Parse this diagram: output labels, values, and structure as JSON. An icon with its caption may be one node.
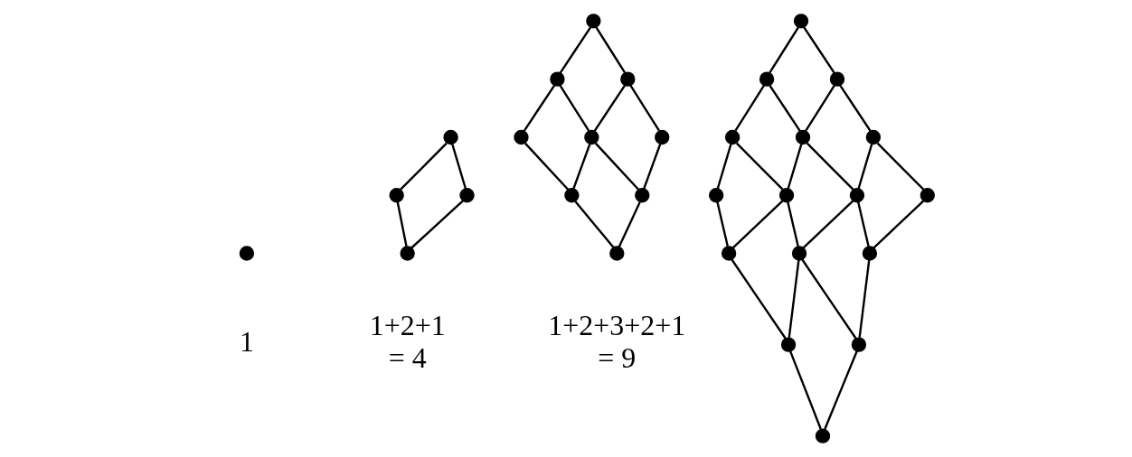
{
  "diagram": {
    "nodes": [
      {
        "text": [],
        "shape": "circle"
      },
      {
        "text": [],
        "shape": "circle"
      },
      {
        "text": [],
        "shape": "circle"
      },
      {
        "text": [],
        "shape": "circle"
      },
      {
        "text": [],
        "shape": "circle"
      },
      {
        "text": [],
        "shape": "circle"
      },
      {
        "text": [],
        "shape": "circle"
      },
      {
        "text": [],
        "shape": "circle"
      },
      {
        "text": [],
        "shape": "circle"
      },
      {
        "text": [],
        "shape": "circle"
      },
      {
        "text": [],
        "shape": "circle"
      },
      {
        "text": [],
        "shape": "circle"
      },
      {
        "text": [],
        "shape": "circle"
      },
      {
        "text": [],
        "shape": "circle"
      },
      {
        "text": [],
        "shape": "circle"
      },
      {
        "text": [],
        "shape": "circle"
      },
      {
        "text": [],
        "shape": "circle"
      },
      {
        "text": [],
        "shape": "circle"
      },
      {
        "text": [],
        "shape": "circle"
      },
      {
        "text": [],
        "shape": "circle"
      },
      {
        "text": [],
        "shape": "circle"
      },
      {
        "text": [],
        "shape": "circle"
      },
      {
        "text": [],
        "shape": "circle"
      },
      {
        "text": [],
        "shape": "circle"
      },
      {
        "text": [],
        "shape": "circle"
      },
      {
        "text": [],
        "shape": "circle"
      },
      {
        "text": [],
        "shape": "circle"
      },
      {
        "text": [],
        "shape": "circle"
      },
      {
        "text": [],
        "shape": "circle"
      },
      {
        "text": [],
        "shape": "circle"
      }
    ],
    "edges": [
      {
        "from": 1,
        "to": 2,
        "arrow": "none"
      },
      {
        "from": 1,
        "to": 3,
        "arrow": "none"
      },
      {
        "from": 2,
        "to": 4,
        "arrow": "none"
      },
      {
        "from": 3,
        "to": 4,
        "arrow": "none"
      },
      {
        "from": 5,
        "to": 6,
        "arrow": "none"
      },
      {
        "from": 5,
        "to": 7,
        "arrow": "none"
      },
      {
        "from": 6,
        "to": 8,
        "arrow": "none"
      },
      {
        "from": 6,
        "to": 9,
        "arrow": "none"
      },
      {
        "from": 7,
        "to": 9,
        "arrow": "none"
      },
      {
        "from": 7,
        "to": 10,
        "arrow": "none"
      },
      {
        "from": 8,
        "to": 11,
        "arrow": "none"
      },
      {
        "from": 9,
        "to": 11,
        "arrow": "none"
      },
      {
        "from": 9,
        "to": 12,
        "arrow": "none"
      },
      {
        "from": 10,
        "to": 12,
        "arrow": "none"
      },
      {
        "from": 11,
        "to": 13,
        "arrow": "none"
      },
      {
        "from": 12,
        "to": 13,
        "arrow": "none"
      },
      {
        "from": 14,
        "to": 15,
        "arrow": "none"
      },
      {
        "from": 14,
        "to": 16,
        "arrow": "none"
      },
      {
        "from": 15,
        "to": 17,
        "arrow": "none"
      },
      {
        "from": 15,
        "to": 18,
        "arrow": "none"
      },
      {
        "from": 16,
        "to": 18,
        "arrow": "none"
      },
      {
        "from": 16,
        "to": 19,
        "arrow": "none"
      },
      {
        "from": 17,
        "to": 20,
        "arrow": "none"
      },
      {
        "from": 17,
        "to": 21,
        "arrow": "none"
      },
      {
        "from": 18,
        "to": 21,
        "arrow": "none"
      },
      {
        "from": 18,
        "to": 22,
        "arrow": "none"
      },
      {
        "from": 19,
        "to": 22,
        "arrow": "none"
      },
      {
        "from": 19,
        "to": 23,
        "arrow": "none"
      },
      {
        "from": 20,
        "to": 24,
        "arrow": "none"
      },
      {
        "from": 21,
        "to": 24,
        "arrow": "none"
      },
      {
        "from": 21,
        "to": 25,
        "arrow": "none"
      },
      {
        "from": 22,
        "to": 25,
        "arrow": "none"
      },
      {
        "from": 22,
        "to": 26,
        "arrow": "none"
      },
      {
        "from": 23,
        "to": 26,
        "arrow": "none"
      },
      {
        "from": 24,
        "to": 27,
        "arrow": "none"
      },
      {
        "from": 25,
        "to": 27,
        "arrow": "none"
      },
      {
        "from": 25,
        "to": 28,
        "arrow": "none"
      },
      {
        "from": 26,
        "to": 28,
        "arrow": "none"
      },
      {
        "from": 27,
        "to": 29,
        "arrow": "none"
      },
      {
        "from": 28,
        "to": 29,
        "arrow": "none"
      }
    ],
    "labels": [
      "1",
      "1+2+1 = 4",
      "1+2+3+2+1 = 9"
    ]
  }
}
